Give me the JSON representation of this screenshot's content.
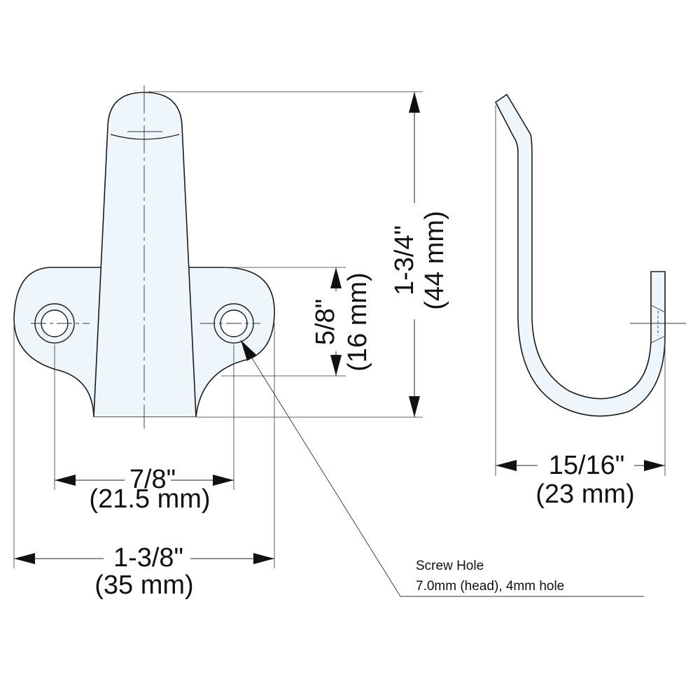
{
  "colors": {
    "part_fill": "#eef6fc",
    "outline": "#1a1a1a",
    "dimension_line": "#333333",
    "text": "#111111"
  },
  "front_view": {
    "dim_hole_spacing": {
      "imperial": "7/8\"",
      "metric": "(21.5 mm)"
    },
    "dim_overall_width": {
      "imperial": "1-3/8\"",
      "metric": "(35 mm)"
    },
    "dim_overall_height": {
      "imperial": "1-3/4\"",
      "metric": "(44 mm)"
    },
    "dim_plate_height": {
      "imperial": "5/8\"",
      "metric": "(16 mm)"
    }
  },
  "side_view": {
    "dim_depth": {
      "imperial": "15/16\"",
      "metric": "(23 mm)"
    }
  },
  "callout": {
    "title": "Screw Hole",
    "detail": "7.0mm (head), 4mm hole"
  }
}
